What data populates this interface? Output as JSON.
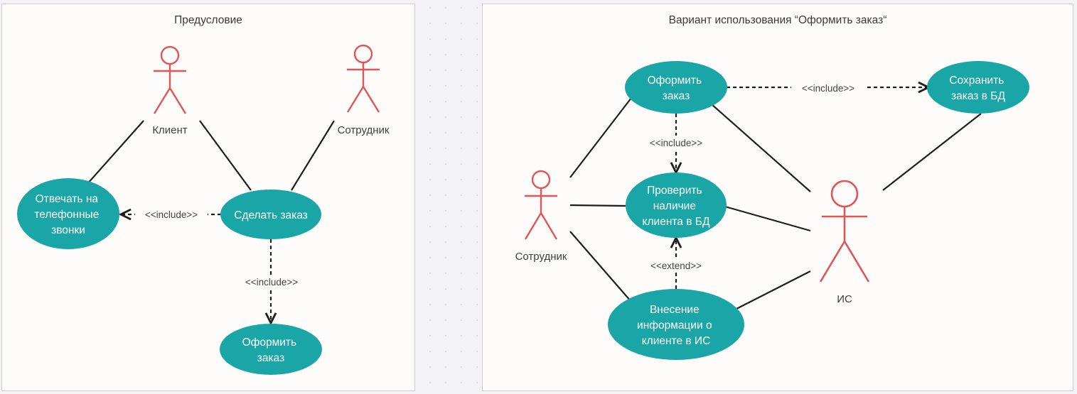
{
  "colors": {
    "usecase_fill": "#1aa6a6",
    "actor_stroke": "#e05656",
    "line": "#1e1e1e",
    "frame_bg": "#fdfcfa",
    "frame_border": "#cfcfd3",
    "background": "#f3f3f5"
  },
  "left_frame": {
    "title": "Предусловие",
    "actors": {
      "client": "Клиент",
      "employee": "Сотрудник"
    },
    "use_cases": {
      "answer_calls": [
        "Отвечать на",
        "телефонные",
        "звонки"
      ],
      "place_order": [
        "Сделать заказ"
      ],
      "checkout": [
        "Оформить",
        "заказ"
      ]
    },
    "relations": {
      "include_1": "<<include>>",
      "include_2": "<<include>>"
    }
  },
  "right_frame": {
    "title": "Вариант использования “Оформить заказ“",
    "actors": {
      "employee": "Сотрудник",
      "is": "ИС"
    },
    "use_cases": {
      "checkout": [
        "Оформить",
        "заказ"
      ],
      "save_order": [
        "Сохранить",
        "заказ в БД"
      ],
      "check_client": [
        "Проверить",
        "наличие",
        "клиента в БД"
      ],
      "enter_info": [
        "Внесение",
        "информации о",
        "клиенте в ИС"
      ]
    },
    "relations": {
      "include_save": "<<include>>",
      "include_check": "<<include>>",
      "extend": "<<extend>>"
    }
  }
}
